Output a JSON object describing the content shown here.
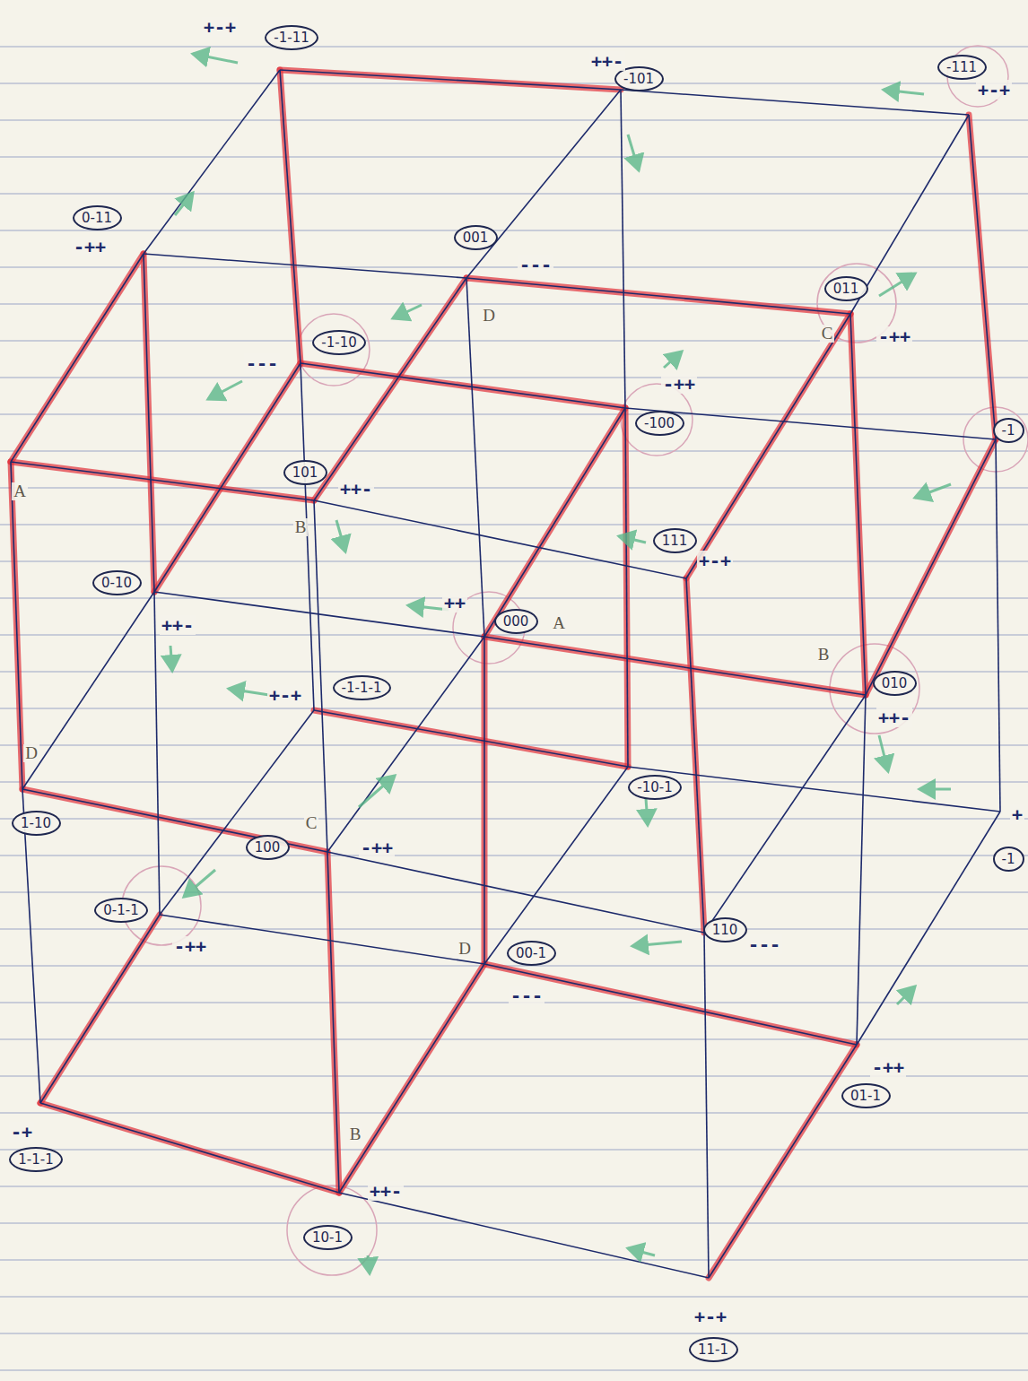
{
  "diagram": {
    "nodes": [
      {
        "text": [
          "-1-11"
        ]
      },
      {
        "text": [
          "-111"
        ]
      },
      {
        "text": [
          "-101"
        ]
      },
      {
        "text": [
          "0-11"
        ]
      },
      {
        "text": [
          "001"
        ]
      },
      {
        "text": [
          "011"
        ]
      },
      {
        "text": [
          "-1-10"
        ]
      },
      {
        "text": [
          "-100"
        ]
      },
      {
        "text": [
          "-1"
        ]
      },
      {
        "text": [
          "101"
        ]
      },
      {
        "text": [
          "111"
        ]
      },
      {
        "text": [
          "0-10"
        ]
      },
      {
        "text": [
          "000"
        ]
      },
      {
        "text": [
          "010"
        ]
      },
      {
        "text": [
          "-1-1-1"
        ]
      },
      {
        "text": [
          "-10-1"
        ]
      },
      {
        "text": [
          "1-10"
        ]
      },
      {
        "text": [
          "100"
        ]
      },
      {
        "text": [
          "-1"
        ]
      },
      {
        "text": [
          "0-1-1"
        ]
      },
      {
        "text": [
          "110"
        ]
      },
      {
        "text": [
          "00-1"
        ]
      },
      {
        "text": [
          "01-1"
        ]
      },
      {
        "text": [
          "1-1-1"
        ]
      },
      {
        "text": [
          "10-1"
        ]
      },
      {
        "text": [
          "11-1"
        ]
      }
    ],
    "labels": [
      "+-+",
      "++-",
      "+-+",
      "-++",
      "---",
      "D",
      "C",
      "-++",
      "---",
      "-++",
      "++-",
      "A",
      "B",
      "+-+",
      "++",
      "A",
      "++-",
      "B",
      "+-+",
      "++-",
      "D",
      "+",
      "C",
      "-++",
      "-++",
      "---",
      "D",
      "---",
      "-++",
      "-+",
      "B",
      "++-",
      "+-+"
    ]
  }
}
